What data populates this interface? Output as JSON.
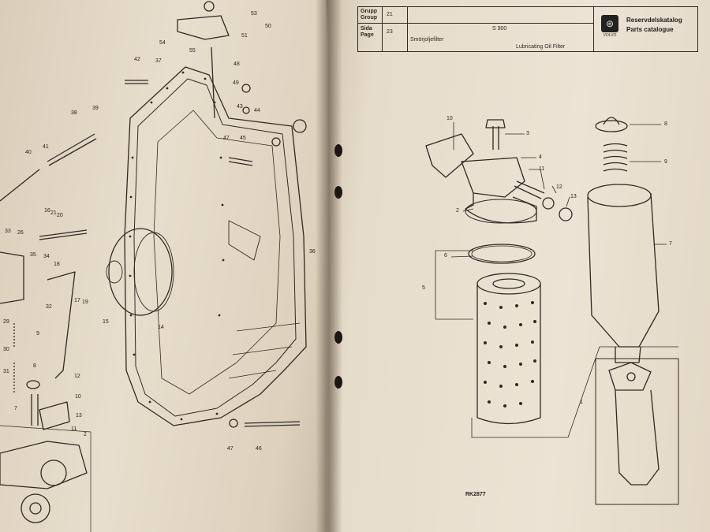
{
  "header": {
    "group_label_sv": "Grupp",
    "group_label_en": "Group",
    "group_value": "21",
    "page_label_sv": "Sida",
    "page_label_en": "Page",
    "page_value": "23",
    "model": "S 900",
    "title_sv": "Smörjoljefilter",
    "title_en": "Lubricating Oil Filter",
    "catalogue_sv": "Reservdelskatalog",
    "catalogue_en": "Parts catalogue",
    "brand": "VOLVO"
  },
  "right_callouts": [
    "10",
    "3",
    "4",
    "11",
    "12",
    "13",
    "2",
    "6",
    "5",
    "8",
    "9",
    "7",
    "1"
  ],
  "left_callouts": [
    "53",
    "50",
    "51",
    "54",
    "55",
    "42",
    "37",
    "48",
    "49",
    "43",
    "44",
    "39",
    "38",
    "47",
    "45",
    "41",
    "40",
    "16",
    "21",
    "20",
    "33",
    "26",
    "35",
    "34",
    "18",
    "17",
    "19",
    "36",
    "32",
    "15",
    "14",
    "29",
    "9",
    "30",
    "31",
    "8",
    "12",
    "7",
    "10",
    "13",
    "11",
    "2",
    "47",
    "46"
  ],
  "drawing_code": "RK2877"
}
